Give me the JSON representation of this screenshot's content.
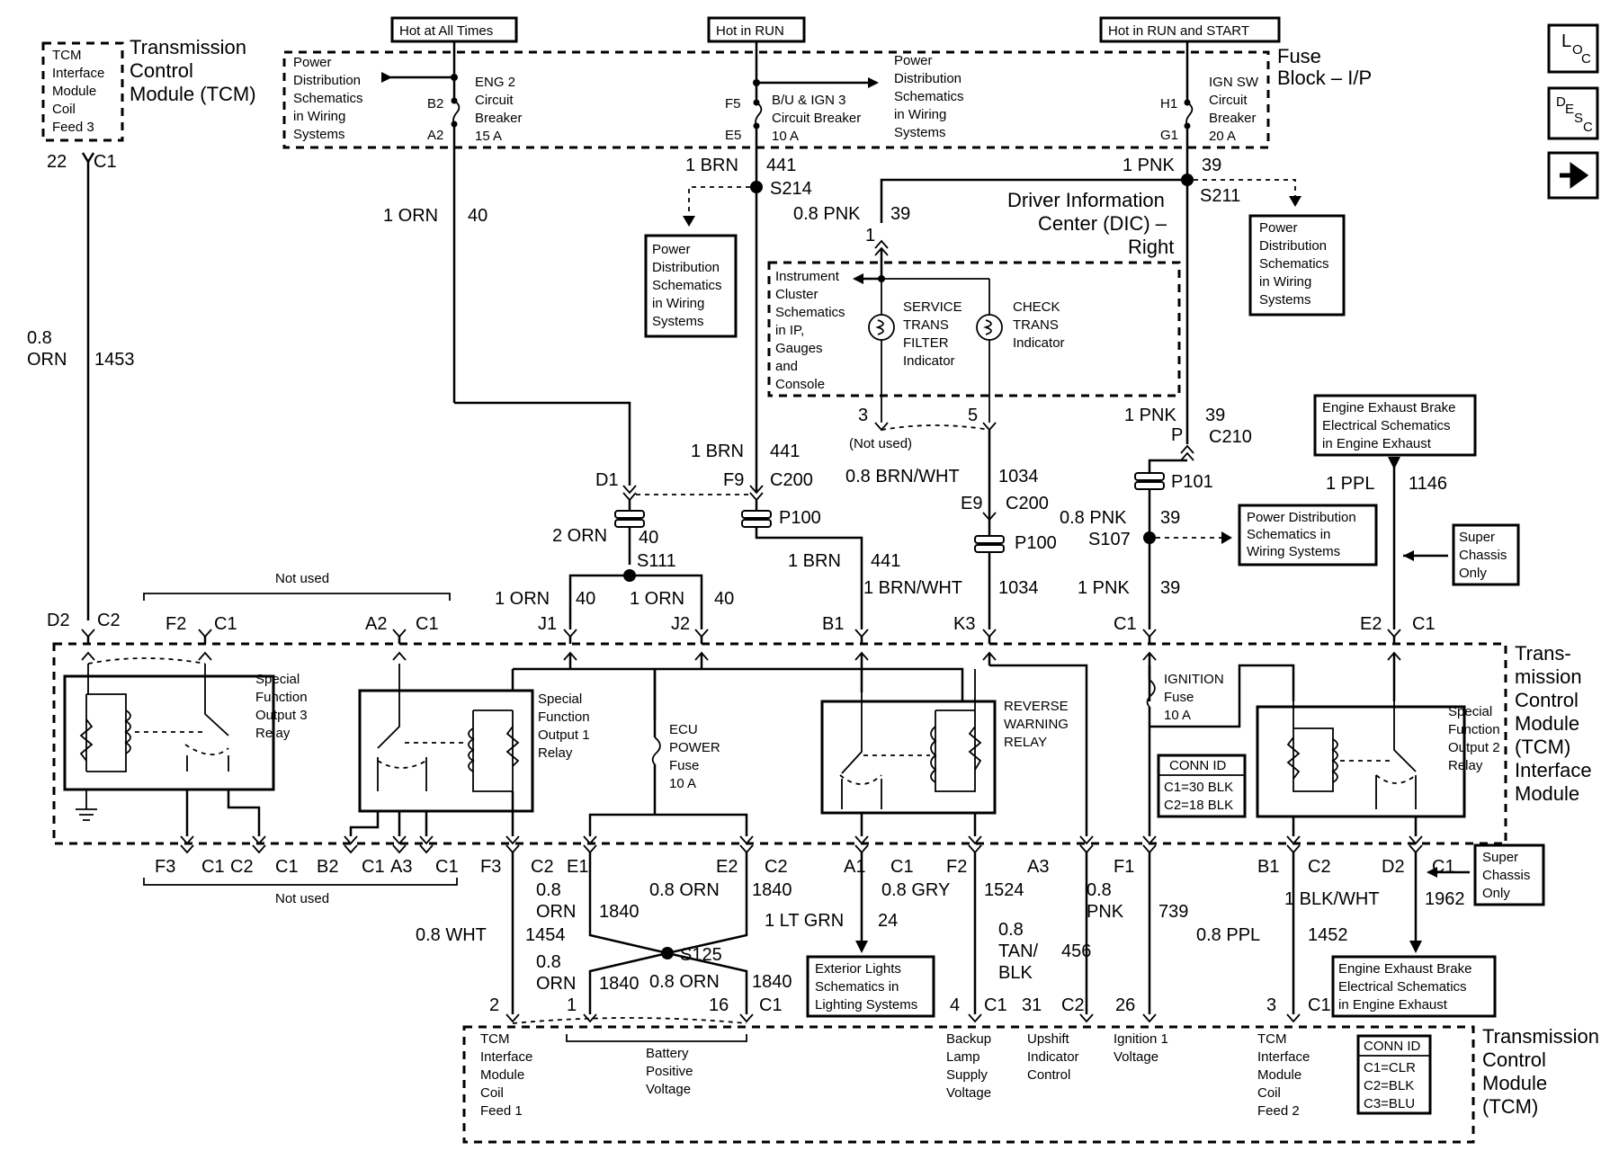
{
  "nav": {
    "loc": "LOC",
    "desc": "DESC",
    "next": "→"
  },
  "tcm_top": {
    "coil_feed3": [
      "TCM",
      "Interface",
      "Module",
      "Coil",
      "Feed 3"
    ],
    "title": [
      "Transmission",
      "Control",
      "Module (TCM)"
    ],
    "conn_pin": "22",
    "conn": "C1"
  },
  "hot": {
    "always": "Hot at All Times",
    "run": "Hot in RUN",
    "run_start": "Hot in RUN and START"
  },
  "fuse_block": {
    "title": [
      "Fuse",
      "Block – I/P"
    ],
    "pd_left": [
      "Power",
      "Distribution",
      "Schematics",
      "in Wiring",
      "Systems"
    ],
    "pd_mid": [
      "Power",
      "Distribution",
      "Schematics",
      "in Wiring",
      "Systems"
    ],
    "eng2": [
      "ENG 2",
      "Circuit",
      "Breaker",
      "15 A"
    ],
    "bu_ign3": [
      "B/U & IGN 3",
      "Circuit Breaker",
      "10 A"
    ],
    "ignsw": [
      "IGN SW",
      "Circuit",
      "Breaker",
      "20 A"
    ],
    "pins": {
      "b2": "B2",
      "a2": "A2",
      "f5": "F5",
      "e5": "E5",
      "h1": "H1",
      "g1": "G1"
    }
  },
  "wires": {
    "orn40_top": [
      "1 ORN",
      "40"
    ],
    "brn441_top": [
      "1 BRN",
      "441"
    ],
    "s214": "S214",
    "pnk39_top": [
      "1 PNK",
      "39"
    ],
    "s211": "S211",
    "pnk39_dic": [
      "0.8 PNK",
      "39"
    ],
    "orn1453": [
      "0.8",
      "ORN",
      "1453"
    ],
    "pnk39_c210": [
      "1 PNK",
      "39"
    ],
    "c210_pin": "P",
    "c210": "C210",
    "brn441_c200": [
      "1 BRN",
      "441"
    ],
    "brnwht1034": [
      "0.8 BRN/WHT",
      "1034"
    ],
    "ppl1146": [
      "1 PPL",
      "1146"
    ],
    "pnk39_s107": [
      "0.8 PNK",
      "39"
    ],
    "s107": "S107",
    "orn40_s111": [
      "2 ORN",
      "40"
    ],
    "s111": "S111",
    "brn441_b1": [
      "1 BRN",
      "441"
    ],
    "brnwht_k3": [
      "1 BRN/WHT",
      "1034"
    ],
    "orn40_j1": [
      "1 ORN",
      "40"
    ],
    "orn40_j2": [
      "1 ORN",
      "40"
    ],
    "pnk39_c1": [
      "1 PNK",
      "39"
    ]
  },
  "conns": {
    "d1": "D1",
    "f9": "F9",
    "c200": "C200",
    "e9": "E9",
    "c200b": "C200",
    "p100": "P100",
    "p100b": "P100",
    "p101": "P101",
    "dic_pin1": "1",
    "dic_pin3": "3",
    "dic_pin5": "5",
    "not_used_small": "(Not used)"
  },
  "dic": {
    "title": [
      "Driver Information",
      "Center (DIC) –",
      "Right"
    ],
    "ic": [
      "Instrument",
      "Cluster",
      "Schematics",
      "in IP,",
      "Gauges",
      "and",
      "Console"
    ],
    "service": [
      "SERVICE",
      "TRANS",
      "FILTER",
      "Indicator"
    ],
    "check": [
      "CHECK",
      "TRANS",
      "Indicator"
    ]
  },
  "pd_boxes": {
    "s214_box": [
      "Power",
      "Distribution",
      "Schematics",
      "in Wiring",
      "Systems"
    ],
    "s211_box": [
      "Power",
      "Distribution",
      "Schematics",
      "in Wiring",
      "Systems"
    ],
    "s107_box": [
      "Power Distribution",
      "Schematics in",
      "Wiring Systems"
    ],
    "eeb_top": [
      "Engine Exhaust Brake",
      "Electrical Schematics",
      "in Engine Exhaust"
    ],
    "eeb_bot": [
      "Engine Exhaust Brake",
      "Electrical Schematics",
      "in Engine Exhaust"
    ],
    "super1": [
      "Super",
      "Chassis",
      "Only"
    ],
    "super2": [
      "Super",
      "Chassis",
      "Only"
    ],
    "ext_lights": [
      "Exterior Lights",
      "Schematics in",
      "Lighting Systems"
    ]
  },
  "module_top_pins": {
    "d2": "D2",
    "c2a": "C2",
    "f2": "F2",
    "c1a": "C1",
    "a2": "A2",
    "c1b": "C1",
    "not_used": "Not used",
    "j1": "J1",
    "j2": "J2",
    "b1": "B1",
    "k3": "K3",
    "c1c": "C1",
    "e2": "E2",
    "c1d": "C1"
  },
  "module": {
    "title": [
      "Trans-",
      "mission",
      "Control",
      "Module",
      "(TCM)",
      "Interface",
      "Module"
    ],
    "sfo3": [
      "Special",
      "Function",
      "Output 3",
      "Relay"
    ],
    "sfo1": [
      "Special",
      "Function",
      "Output 1",
      "Relay"
    ],
    "ecu": [
      "ECU",
      "POWER",
      "Fuse",
      "10 A"
    ],
    "reverse": [
      "REVERSE",
      "WARNING",
      "RELAY"
    ],
    "ign_fuse": [
      "IGNITION",
      "Fuse",
      "10 A"
    ],
    "conn_id": [
      "CONN ID",
      "C1=30 BLK",
      "C2=18 BLK"
    ],
    "sfo2": [
      "Special",
      "Function",
      "Output 2",
      "Relay"
    ]
  },
  "module_bot_pins": {
    "f3": "F3",
    "c1a": "C1",
    "c2a": "C2",
    "c1b": "C1",
    "b2": "B2",
    "c1c": "C1",
    "a3": "A3",
    "c1d": "C1",
    "not_used": "Not used",
    "f3b": "F3",
    "c2b": "C2",
    "e1": "E1",
    "e2": "E2",
    "c2c": "C2",
    "a1": "A1",
    "c1e": "C1",
    "f2": "F2",
    "a3b": "A3",
    "f1": "F1",
    "b1": "B1",
    "c2d": "C2",
    "d2": "D2",
    "c1f": "C1"
  },
  "lower_wires": {
    "wht1454": [
      "0.8 WHT",
      "1454"
    ],
    "orn1840_a": [
      "0.8",
      "ORN",
      "1840"
    ],
    "orn1840_b": [
      "0.8 ORN",
      "1840"
    ],
    "s125": "S125",
    "orn1840_c": [
      "0.8",
      "ORN",
      "1840"
    ],
    "orn1840_d": [
      "0.8 ORN",
      "1840"
    ],
    "ltgrn24": [
      "1 LT GRN",
      "24"
    ],
    "gry1524": [
      "0.8 GRY",
      "1524"
    ],
    "tanblk456": [
      "0.8",
      "TAN/",
      "BLK",
      "456"
    ],
    "pnk739": [
      "0.8",
      "PNK",
      "739"
    ],
    "ppl1452": [
      "0.8 PPL",
      "1452"
    ],
    "blkwht1962": [
      "1 BLK/WHT",
      "1962"
    ]
  },
  "tcm_bot_pins": {
    "p2": "2",
    "p1": "1",
    "p16": "16",
    "c1a": "C1",
    "p4": "4",
    "c1b": "C1",
    "p31": "31",
    "c2": "C2",
    "p26": "26",
    "p3": "3",
    "c1c": "C1"
  },
  "tcm_bot": {
    "coil_feed1": [
      "TCM",
      "Interface",
      "Module",
      "Coil",
      "Feed 1"
    ],
    "batt": [
      "Battery",
      "Positive",
      "Voltage"
    ],
    "backup": [
      "Backup",
      "Lamp",
      "Supply",
      "Voltage"
    ],
    "upshift": [
      "Upshift",
      "Indicator",
      "Control"
    ],
    "ign1": [
      "Ignition 1",
      "Voltage"
    ],
    "coil_feed2": [
      "TCM",
      "Interface",
      "Module",
      "Coil",
      "Feed 2"
    ],
    "conn_id": [
      "CONN ID",
      "C1=CLR",
      "C2=BLK",
      "C3=BLU"
    ],
    "title": [
      "Transmission",
      "Control",
      "Module",
      "(TCM)"
    ]
  }
}
